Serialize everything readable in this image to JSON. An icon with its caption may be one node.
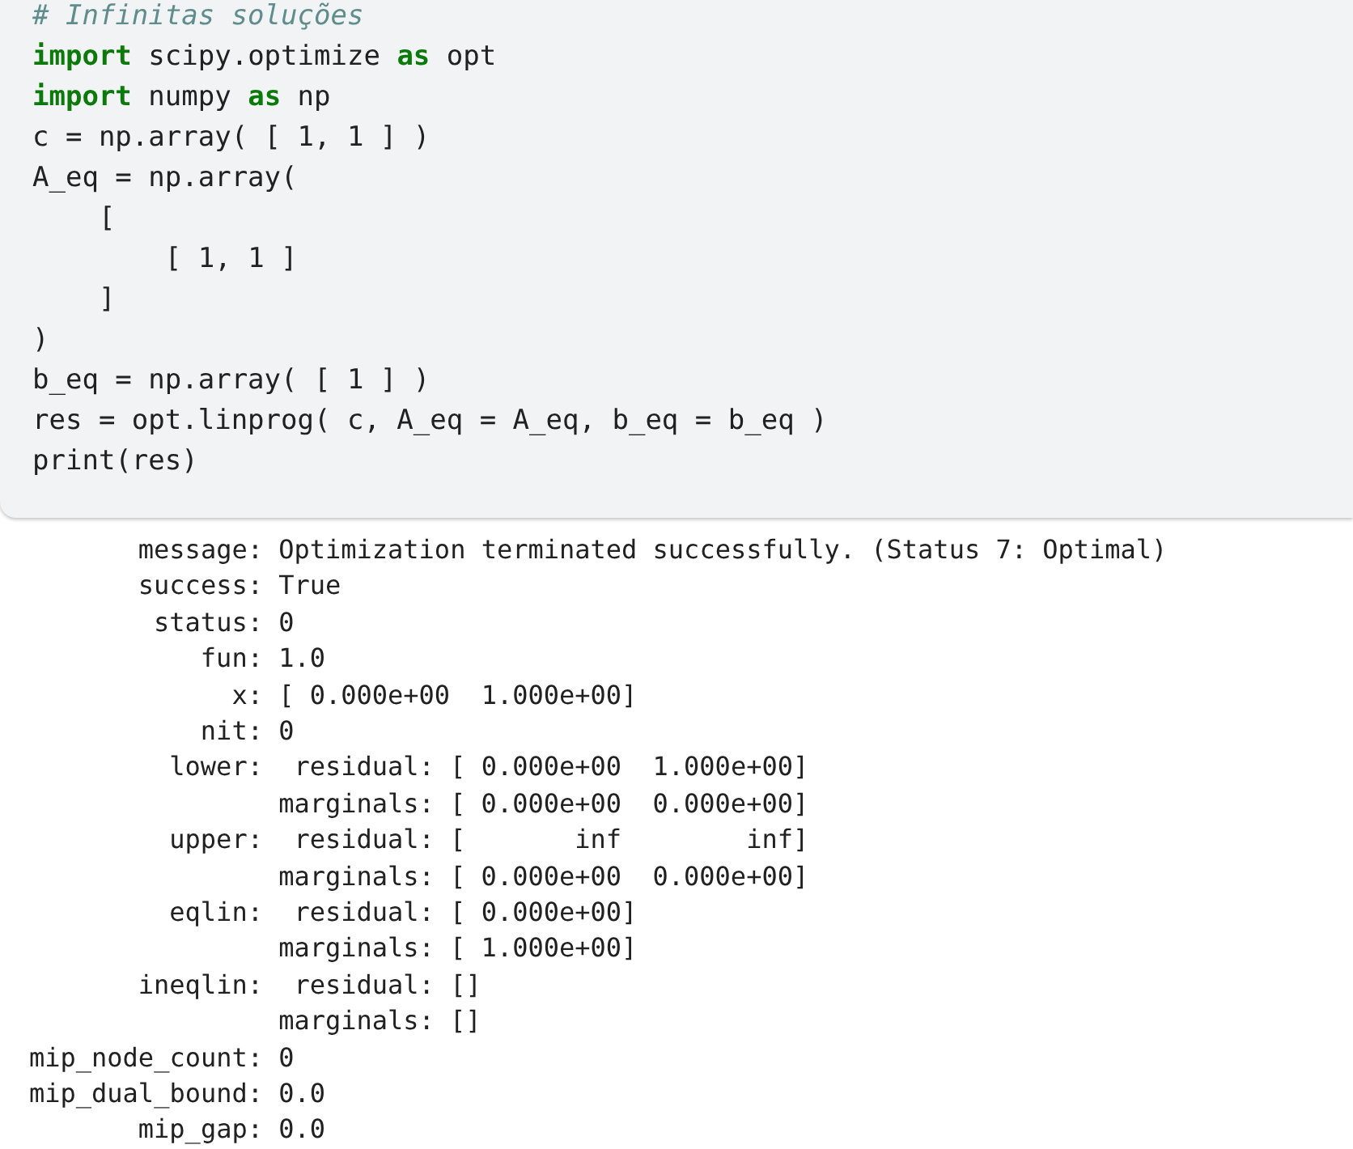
{
  "diagram": {
    "labels": [
      "# Infinitas soluções",
      "**import** scipy.optimize **as** opt",
      "**import** numpy **as** np",
      "c = np.array( [ 1, 1 ] )",
      "A_eq = np.array(",
      "[",
      "[ 1, 1 ]",
      "]",
      ")",
      "b_eq = np.array( [ 1 ] )",
      "res = opt.linprog( c, A_eq = A_eq, b_eq = b_eq )",
      "print(res)",
      "message: Optimization terminated successfully. (Status 7: Optimal)",
      "success: True",
      "status: 0",
      "fun: 1.0",
      "x: [ 0.000e+00  1.000e+00]",
      "nit: 0",
      "lower:  residual: [ 0.000e+00  1.000e+00]",
      "marginals: [ 0.000e+00  0.000e+00]",
      "upper:  residual: [       inf        inf]",
      "marginals: [ 0.000e+00  0.000e+00]",
      "eqlin:  residual: [ 0.000e+00]",
      "marginals: [ 1.000e+00]",
      "ineqlin:  residual: []",
      "marginals: []",
      "mip_node_count: 0",
      "mip_dual_bound: 0.0",
      "mip_gap: 0.0"
    ]
  }
}
